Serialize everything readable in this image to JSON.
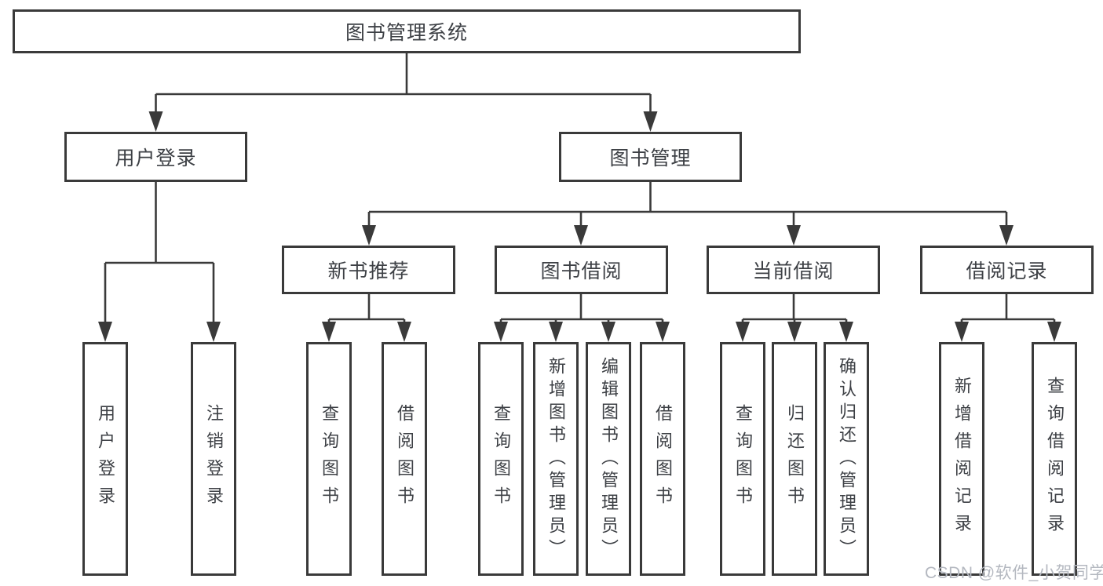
{
  "diagram": {
    "root": {
      "label": "图书管理系统"
    },
    "branches": [
      {
        "label": "用户登录",
        "children": [
          {
            "label": "用户登录"
          },
          {
            "label": "注销登录"
          }
        ]
      },
      {
        "label": "图书管理",
        "children": [
          {
            "label": "新书推荐",
            "children": [
              {
                "label": "查询图书"
              },
              {
                "label": "借阅图书"
              }
            ]
          },
          {
            "label": "图书借阅",
            "children": [
              {
                "label": "查询图书"
              },
              {
                "label": "新增图书（管理员）"
              },
              {
                "label": "编辑图书（管理员）"
              },
              {
                "label": "借阅图书"
              }
            ]
          },
          {
            "label": "当前借阅",
            "children": [
              {
                "label": "查询图书"
              },
              {
                "label": "归还图书"
              },
              {
                "label": "确认归还（管理员）"
              }
            ]
          },
          {
            "label": "借阅记录",
            "children": [
              {
                "label": "新增借阅记录"
              },
              {
                "label": "查询借阅记录"
              }
            ]
          }
        ]
      }
    ]
  },
  "watermark": {
    "text": "CSDN @软件_小贺同学",
    "color": "#b4b8c0"
  },
  "colors": {
    "line": "#3a3a3a",
    "text": "#3d4045",
    "background": "#ffffff",
    "box_fill": "#ffffff"
  }
}
